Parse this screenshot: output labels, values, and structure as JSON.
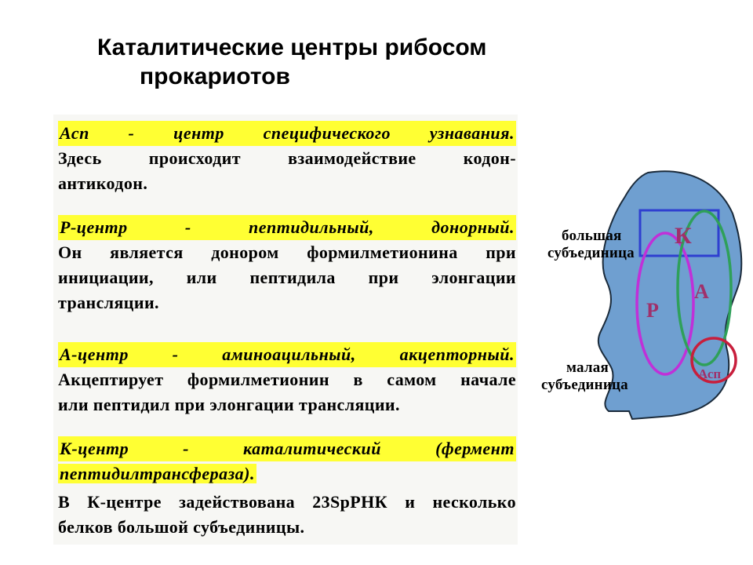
{
  "title": {
    "line1": "Каталитические центры рибосом",
    "line2": "прокариотов"
  },
  "blocks": [
    {
      "heading_lines": [
        "Асп - центр специфического узнавания."
      ],
      "body_lines": [
        "Здесь происходит взаимодействие кодон-",
        "антикодон."
      ]
    },
    {
      "heading_lines": [
        "Р-центр - пептидильный, донорный."
      ],
      "body_lines": [
        "Он является донором формилметионина при",
        "инициации, или пептидила при элонгации",
        "трансляции."
      ]
    },
    {
      "heading_lines": [
        "А-центр - аминоацильный, акцепторный."
      ],
      "body_lines": [
        "Акцептирует формилметионин в самом начале",
        "или пептидил при элонгации трансляции."
      ]
    },
    {
      "heading_lines": [
        "К-центр - каталитический (фермент",
        "пептидилтрансфераза)."
      ],
      "body_lines": [
        "В К-центре задействована 23SрРНК и несколько",
        "белков большой субъединицы."
      ]
    }
  ],
  "diagram": {
    "large_subunit_label": [
      "большая",
      "субъединица"
    ],
    "small_subunit_label": [
      "малая",
      "субъединица"
    ],
    "center_labels": {
      "k": "К",
      "p": "Р",
      "a": "А",
      "asp": "Асп"
    },
    "colors": {
      "ribosome_fill": "#6f9fd0",
      "k_box": "#2f3fd0",
      "p_circle": "#c030d8",
      "a_circle": "#2fa05a",
      "asp_circle": "#c81e3c",
      "center_text": "#a0306a",
      "highlight": "#ffff33"
    }
  }
}
